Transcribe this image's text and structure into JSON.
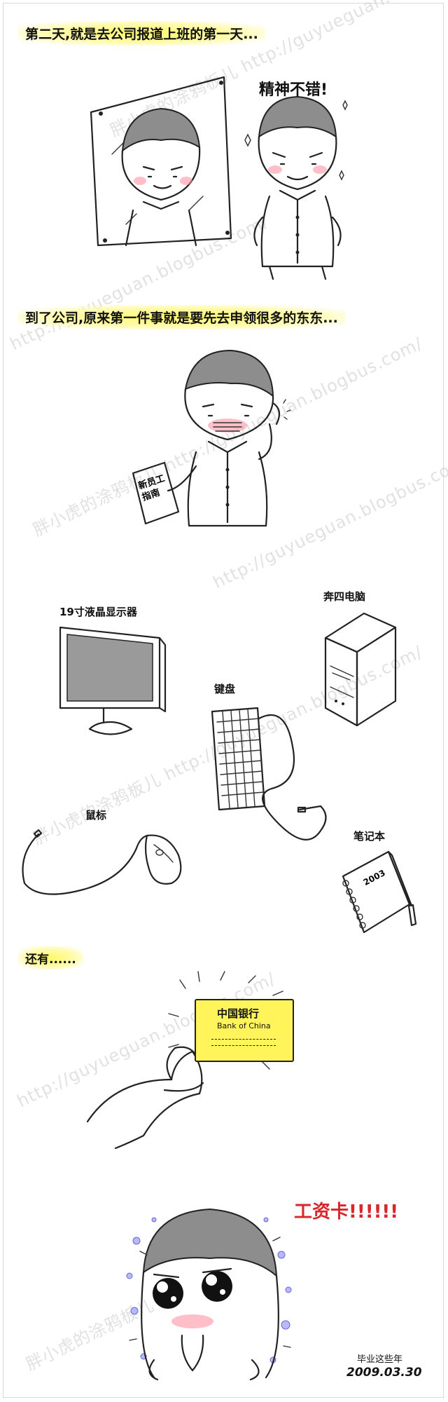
{
  "panels": {
    "caption_day2": "第二天,就是去公司报道上班的第一天...",
    "exclaim_spirit": "精神不错!",
    "caption_company": "到了公司,原来第一件事就是要先去申领很多的东东...",
    "handbook_text": "新员工指南",
    "label_monitor": "19寸液晶显示器",
    "label_pc": "奔四电脑",
    "label_keyboard": "键盘",
    "label_mouse": "鼠标",
    "label_notebook": "笔记本",
    "notebook_year": "2003",
    "caption_also": "还有......",
    "card_cn": "中国银行",
    "card_en": "Bank of China",
    "salary_card": "工资卡!!!!!!",
    "signature_title": "毕业这些年",
    "signature_date": "2009.03.30"
  },
  "watermark": {
    "text": "胖小虎的涂鸦板儿",
    "url": "http://guyueguan.blogbus.com/"
  },
  "colors": {
    "highlight": "#fff45a",
    "blush": "#ff8a9c",
    "salary_red": "#d8262a",
    "hair_gray": "#8d8d8d"
  }
}
